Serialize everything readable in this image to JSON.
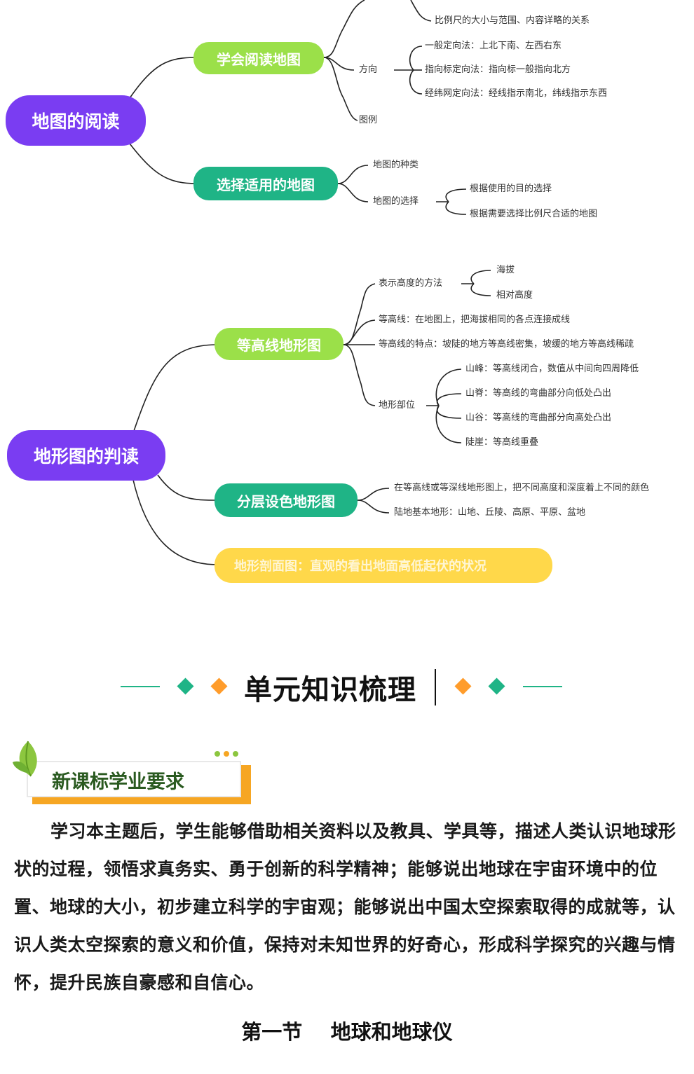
{
  "mindmap1": {
    "root": "地图的阅读",
    "branch_a": "学会阅读地图",
    "a_scale_1": "比例尺的大小与范围、内容详略的关系",
    "a_direction": "方向",
    "a_dir_1": "一般定向法：上北下南、左西右东",
    "a_dir_2": "指向标定向法：指向标一般指向北方",
    "a_dir_3": "经纬网定向法：经线指示南北，纬线指示东西",
    "a_legend": "图例",
    "branch_b": "选择适用的地图",
    "b_kinds": "地图的种类",
    "b_choose": "地图的选择",
    "b_choose_1": "根据使用的目的选择",
    "b_choose_2": "根据需要选择比例尺合适的地图"
  },
  "mindmap2": {
    "root": "地形图的判读",
    "branch_a": "等高线地形图",
    "a_height": "表示高度的方法",
    "a_height_1": "海拔",
    "a_height_2": "相对高度",
    "a_contour": "等高线：在地图上，把海拔相同的各点连接成线",
    "a_feature": "等高线的特点：坡陡的地方等高线密集，坡缓的地方等高线稀疏",
    "a_parts": "地形部位",
    "a_parts_1": "山峰：等高线闭合，数值从中间向四周降低",
    "a_parts_2": "山脊：等高线的弯曲部分向低处凸出",
    "a_parts_3": "山谷：等高线的弯曲部分向高处凸出",
    "a_parts_4": "陡崖：等高线重叠",
    "branch_b": "分层设色地形图",
    "b_1": "在等高线或等深线地形图上，把不同高度和深度着上不同的颜色",
    "b_2": "陆地基本地形：山地、丘陵、高原、平原、盆地",
    "branch_c": "地形剖面图：直观的看出地面高低起伏的状况"
  },
  "unit_title": "单元知识梳理",
  "badge": "新课标学业要求",
  "paragraph": "学习本主题后，学生能够借助相关资料以及教具、学具等，描述人类认识地球形状的过程，领悟求真务实、勇于创新的科学精神；能够说出地球在宇宙环境中的位置、地球的大小，初步建立科学的宇宙观；能够说出中国太空探索取得的成就等，认识人类太空探索的意义和价值，保持对未知世界的好奇心，形成科学探究的兴趣与情怀，提升民族自豪感和自信心。",
  "section_heading": "第一节    地球和地球仪",
  "colors": {
    "root": "#7a3df2",
    "green": "#9be049",
    "teal": "#1fb486",
    "yellow": "#ffd84a",
    "orange": "#ff9c2b"
  }
}
